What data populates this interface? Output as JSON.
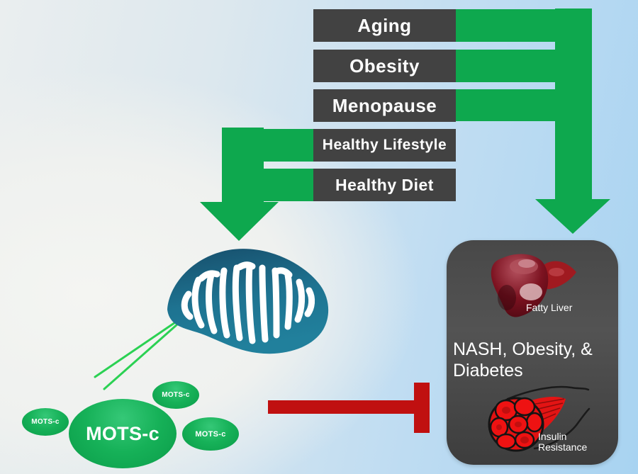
{
  "colors": {
    "arrow-green": "#0ea84e",
    "line-green": "#2bd153",
    "factor-box-gray": "#424242",
    "panel-gray": "#4a4a4a",
    "inhibit-red": "#c01010",
    "mito-teal": "#1e7391",
    "mots-green": "#12ab52",
    "bg-blue": "#a8d3f1",
    "bg-white": "#f1f2f0",
    "text-white": "#ffffff"
  },
  "factors": {
    "boxes": [
      {
        "label": "Aging"
      },
      {
        "label": "Obesity"
      },
      {
        "label": "Menopause"
      },
      {
        "label": "Healthy Lifestyle"
      },
      {
        "label": "Healthy Diet"
      }
    ]
  },
  "mots": {
    "main": {
      "label": "MOTS-c"
    },
    "small": [
      {
        "label": "MOTS-c"
      },
      {
        "label": "MOTS-c"
      },
      {
        "label": "MOTS-c"
      }
    ]
  },
  "outcomes": {
    "liver_caption": "Fatty Liver",
    "title_line1": "NASH, Obesity, &",
    "title_line2": "Diabetes",
    "muscle_caption_line1": "Insulin",
    "muscle_caption_line2": "Resistance"
  }
}
